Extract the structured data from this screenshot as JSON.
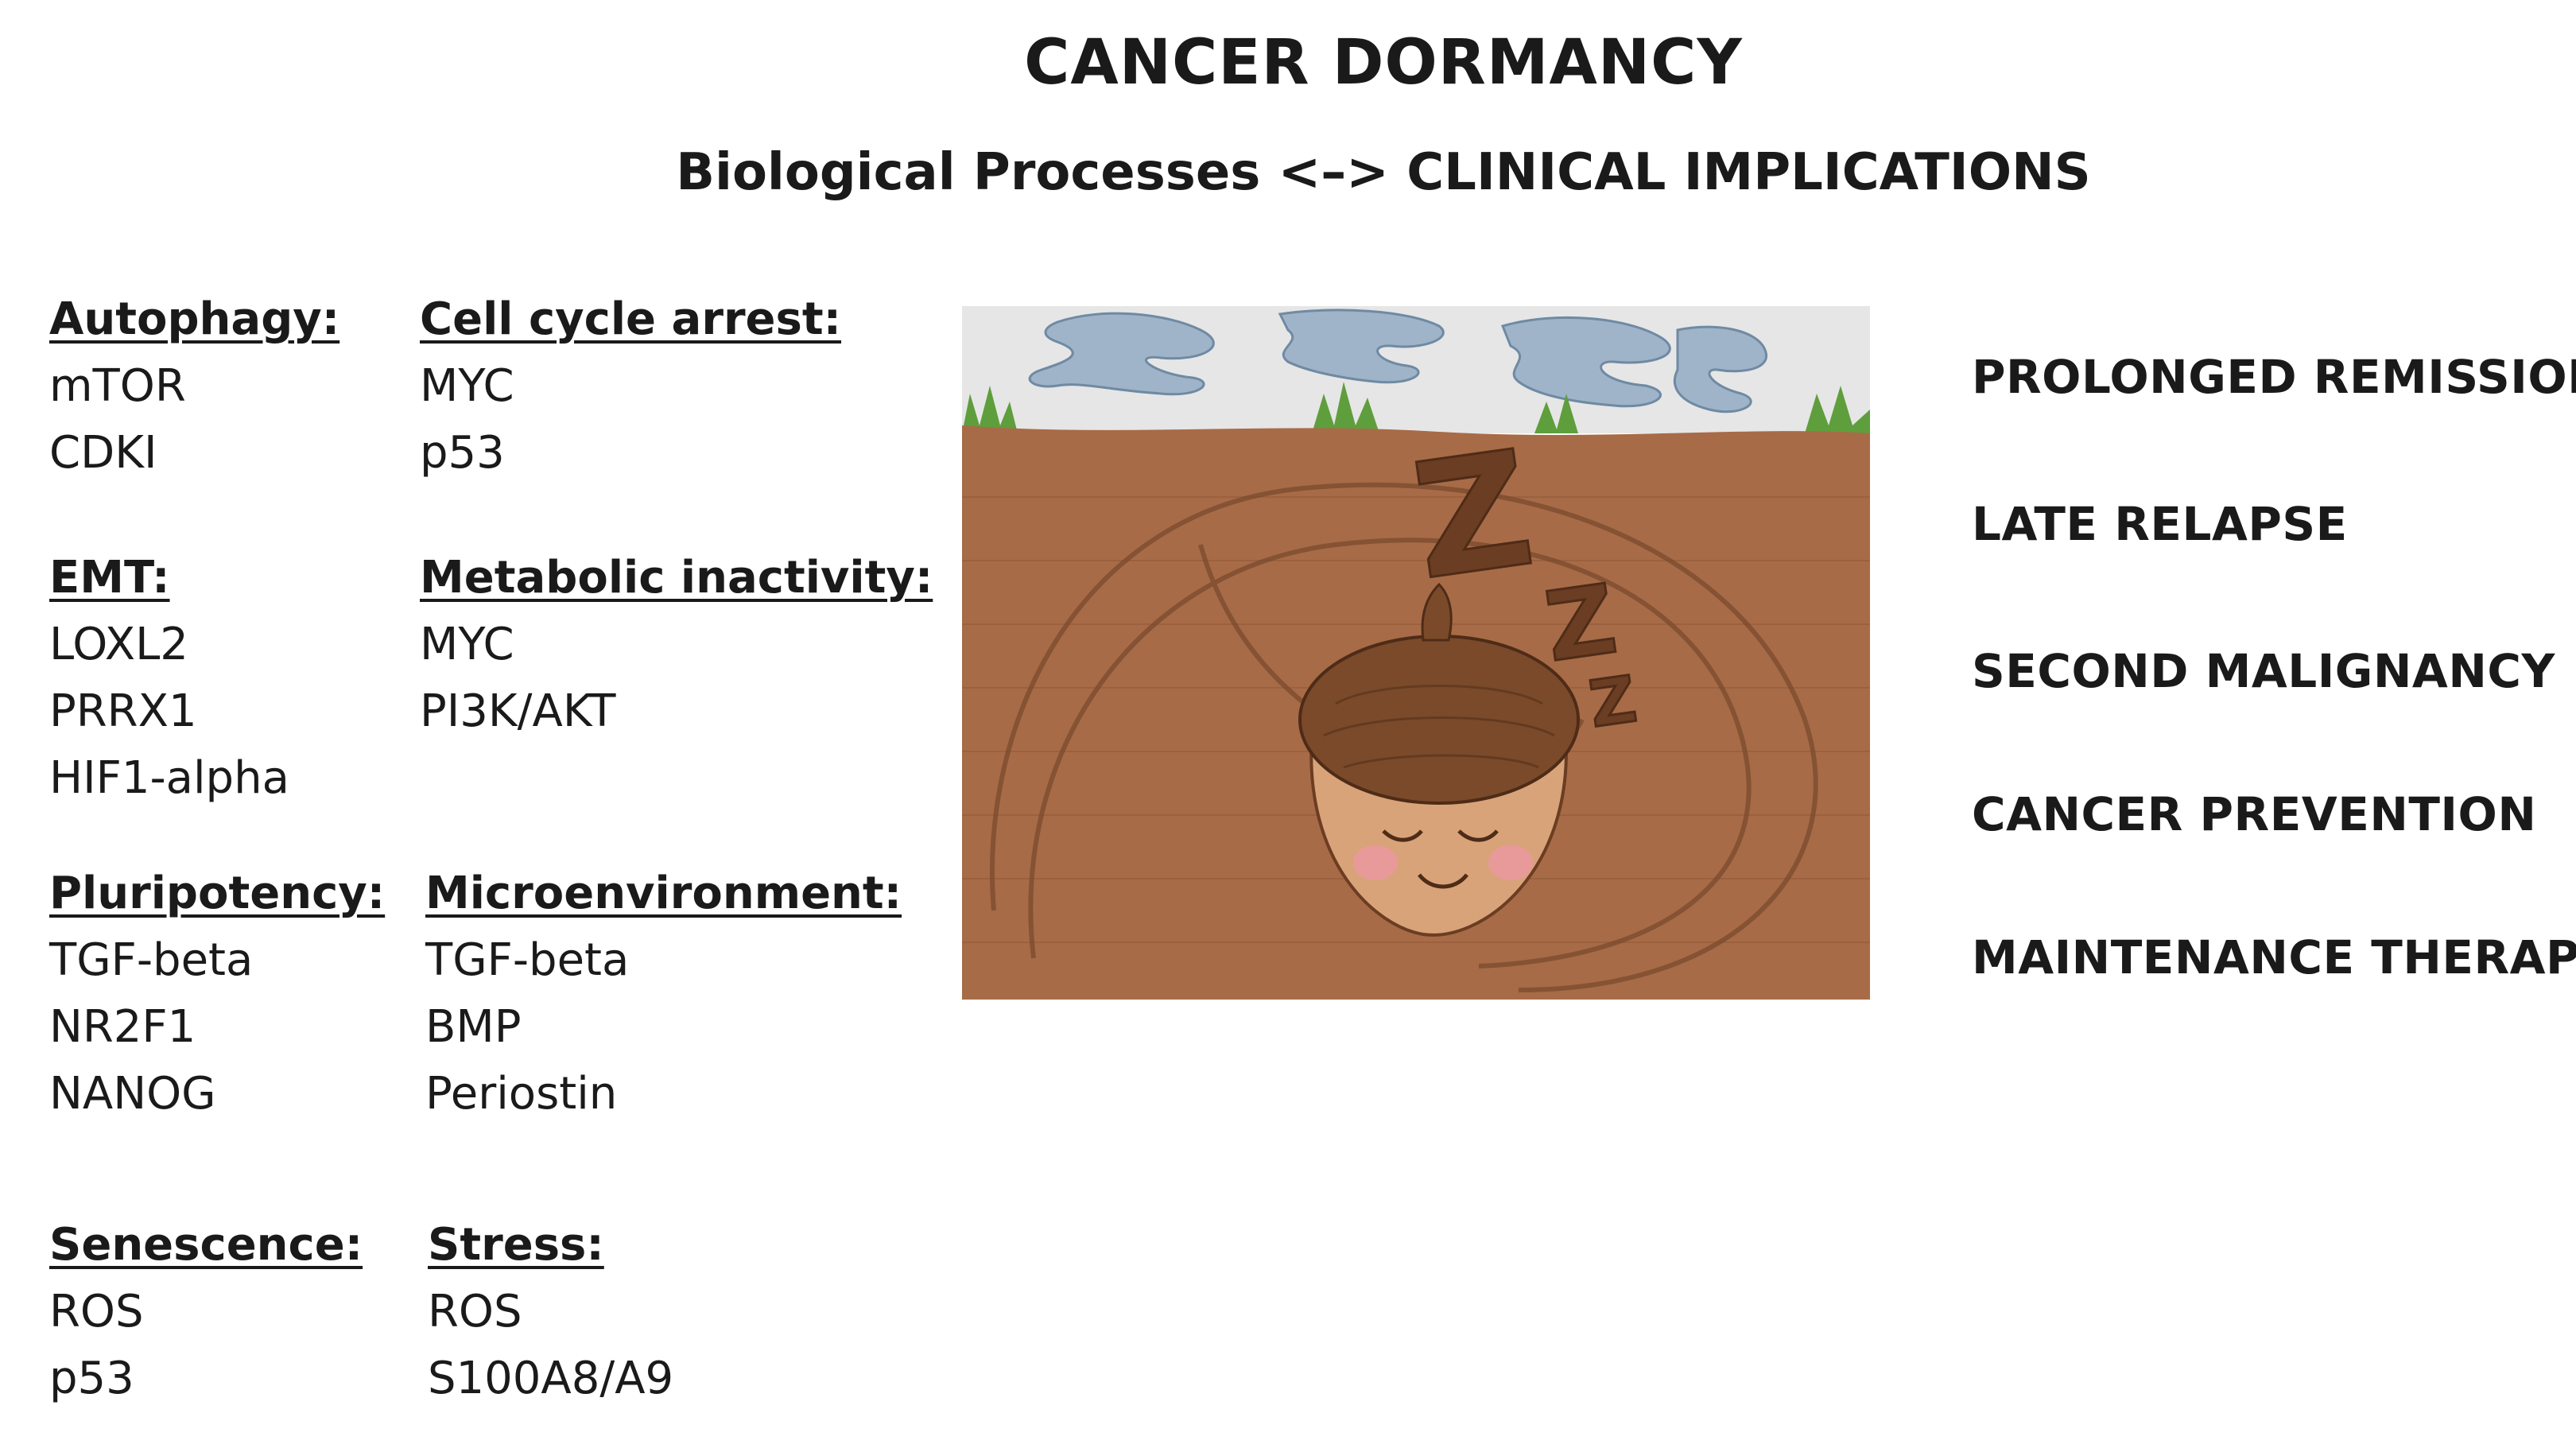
{
  "title": "CANCER DORMANCY",
  "subtitle": "Biological Processes <–> CLINICAL IMPLICATIONS",
  "groups": [
    {
      "heading": "Autophagy:",
      "items": [
        "mTOR",
        "CDKI"
      ]
    },
    {
      "heading": "Cell cycle arrest:",
      "items": [
        "MYC",
        "p53"
      ]
    },
    {
      "heading": "EMT:",
      "items": [
        "LOXL2",
        "PRRX1",
        "HIF1-alpha"
      ]
    },
    {
      "heading": "Metabolic inactivity:",
      "items": [
        "MYC",
        "PI3K/AKT"
      ]
    },
    {
      "heading": "Pluripotency:",
      "items": [
        "TGF-beta",
        "NR2F1",
        "NANOG"
      ]
    },
    {
      "heading": "Microenvironment:",
      "items": [
        "TGF-beta",
        "BMP",
        "Periostin"
      ]
    },
    {
      "heading": "Senescence:",
      "items": [
        "ROS",
        "p53"
      ]
    },
    {
      "heading": "Stress:",
      "items": [
        "ROS",
        "S100A8/A9"
      ]
    }
  ],
  "implications": [
    "PROLONGED REMISSION",
    "LATE RELAPSE",
    "SECOND MALIGNANCY",
    "CANCER PREVENTION",
    "MAINTENANCE THERAPY"
  ],
  "illustration": {
    "glyph": "Z",
    "colors": {
      "sky": "#e6e6e6",
      "soil": "#a86b47",
      "soil_dark": "#7a4a2e",
      "grass": "#5f9e3c",
      "cloud": "#9fb4c8",
      "acorn_cap": "#7b4a2a",
      "acorn_face": "#d9a37a",
      "cheek": "#e89a9a",
      "z_color": "#6b3d22"
    }
  }
}
